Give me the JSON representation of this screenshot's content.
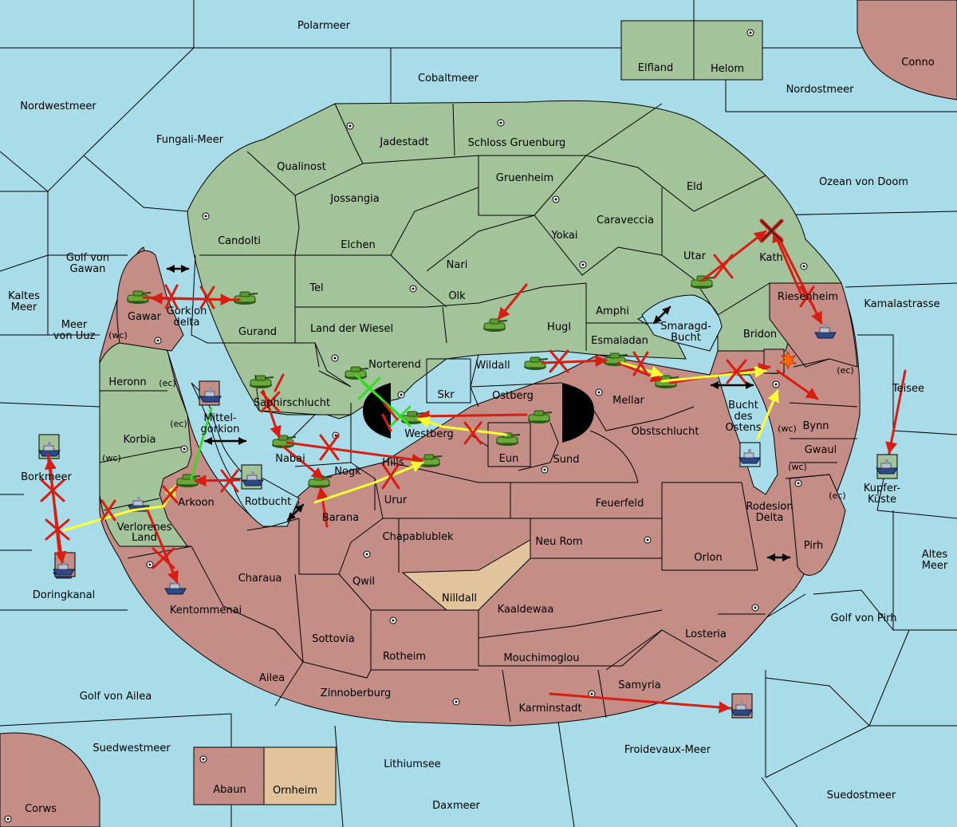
{
  "colors": {
    "sea": "#a8dce8",
    "green": "#a3c39a",
    "red": "#c48d86",
    "tan": "#e2c49c",
    "order_red": "#d81e12",
    "order_yellow": "#ffff33",
    "order_green": "#33dd22"
  },
  "labels": {
    "sea": {
      "polarmeer": "Polarmeer",
      "cobaltmeer": "Cobaltmeer",
      "nordwestmeer": "Nordwestmeer",
      "fungali": "Fungali-Meer",
      "nordostmeer": "Nordostmeer",
      "ozean": "Ozean von Doom",
      "kamalastrasse": "Kamalastrasse",
      "golf_gawan_1": "Golf von",
      "golf_gawan_2": "Gawan",
      "kaltes_1": "Kaltes",
      "kaltes_2": "Meer",
      "meer_uuz_1": "Meer",
      "meer_uuz_2": "von Uuz",
      "smaragd_1": "Smaragd-",
      "smaragd_2": "Bucht",
      "teisee": "Teisee",
      "bucht_1": "Bucht",
      "bucht_2": "des",
      "bucht_3": "Ostens",
      "mittel_1": "Mittel-",
      "mittel_2": "gorkion",
      "borkmeer": "Borkmeer",
      "rotbucht": "Rotbucht",
      "doringkanal": "Doringkanal",
      "kupfer_1": "Kupfer-",
      "kupfer_2": "Küste",
      "altes_1": "Altes",
      "altes_2": "Meer",
      "golf_pirh": "Golf von Pirh",
      "golf_ailea": "Golf von Ailea",
      "suedwestmeer": "Suedwestmeer",
      "lithiumsee": "Lithiumsee",
      "froidevaux": "Froidevaux-Meer",
      "daxmeer": "Daxmeer",
      "suedostmeer": "Suedostmeer"
    },
    "land": {
      "elfland": "Elfland",
      "helom": "Helom",
      "conno": "Conno",
      "jadestadt": "Jadestadt",
      "schloss": "Schloss Gruenburg",
      "qualinost": "Qualinost",
      "gruenheim": "Gruenheim",
      "jossangia": "Jossangia",
      "eld": "Eld",
      "caraveccia": "Caraveccia",
      "candolti": "Candolti",
      "elchen": "Elchen",
      "yokai": "Yokai",
      "utar": "Utar",
      "kath": "Kath",
      "nari": "Nari",
      "tel": "Tel",
      "olk": "Olk",
      "amphi": "Amphi",
      "riesenheim": "Riesenheim",
      "gawar": "Gawar",
      "gorkion_1": "Gorkion",
      "gorkion_2": "delta",
      "gurand": "Gurand",
      "land_wiesel": "Land der Wiesel",
      "hugl": "Hugl",
      "bridon": "Bridon",
      "esmaladan": "Esmaladan",
      "wc1": "(wc)",
      "heronn": "Heronn",
      "ec1": "(ec)",
      "norterend": "Norterend",
      "wildall": "Wildall",
      "skr": "Skr",
      "ostberg": "Ostberg",
      "mellar": "Mellar",
      "ec2": "(ec)",
      "saphir": "Saphirschlucht",
      "westberg": "Westberg",
      "obstschlucht": "Obstschlucht",
      "bynn": "Bynn",
      "korbia": "Korbia",
      "ec3": "(ec)",
      "wc2": "(wc)",
      "nabai": "Nabai",
      "eun": "Eun",
      "sund": "Sund",
      "gwaul": "Gwaul",
      "wc3": "(wc)",
      "wc4": "(wc)",
      "hills": "Hills",
      "nogk": "Nogk",
      "urur": "Urur",
      "feuerfeld": "Feuerfeld",
      "ec4": "(ec)",
      "arkoon": "Arkoon",
      "verlorenes_1": "Verlorenes",
      "verlorenes_2": "Land",
      "barana": "Barana",
      "chapablublek": "Chapablublek",
      "neu_rom": "Neu Rom",
      "rodesion_1": "Rodesion",
      "rodesion_2": "Delta",
      "orlon": "Orlon",
      "pirh": "Pirh",
      "charaua": "Charaua",
      "qwil": "Qwil",
      "nilldall": "Nilldall",
      "kaaldewaa": "Kaaldewaa",
      "kentommenai": "Kentommenai",
      "sottovia": "Sottovia",
      "losteria": "Losteria",
      "rotheim": "Rotheim",
      "mouchimoglou": "Mouchimoglou",
      "ailea": "Ailea",
      "samyria": "Samyria",
      "zinnoberburg": "Zinnoberburg",
      "karminstadt": "Karminstadt",
      "abaun": "Abaun",
      "ornheim": "Ornheim",
      "corws": "Corws"
    }
  },
  "icons": {
    "army": "tank-icon",
    "fleet": "battleship-icon",
    "supply_center": "supply-center-dot-icon",
    "failed_order": "red-x-icon",
    "dislodged": "explosion-icon",
    "convoy_link": "double-arrow-icon"
  }
}
